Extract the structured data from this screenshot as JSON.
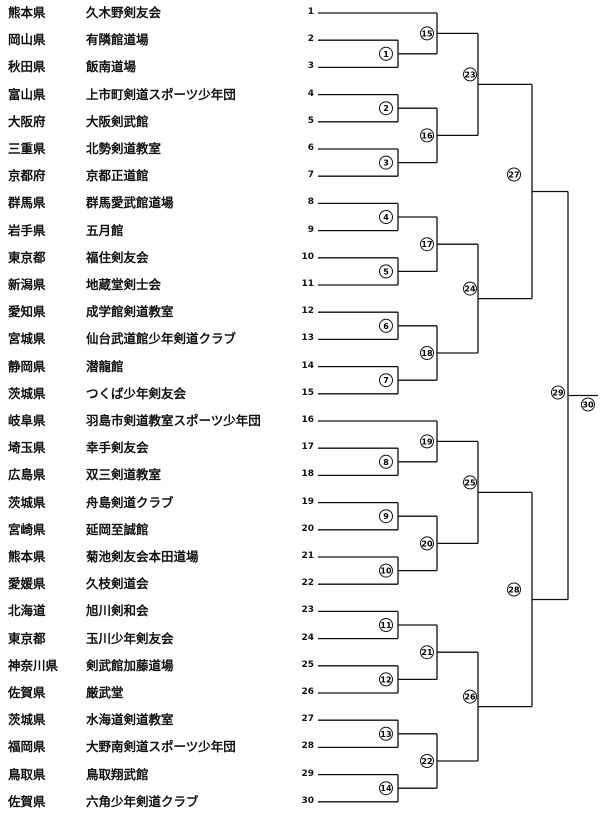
{
  "teams": [
    {
      "seed": "1",
      "pref": "熊本県",
      "club": "久木野剣友会"
    },
    {
      "seed": "2",
      "pref": "岡山県",
      "club": "有隣館道場"
    },
    {
      "seed": "3",
      "pref": "秋田県",
      "club": "飯南道場"
    },
    {
      "seed": "4",
      "pref": "富山県",
      "club": "上市町剣道スポーツ少年団"
    },
    {
      "seed": "5",
      "pref": "大阪府",
      "club": "大阪剣武館"
    },
    {
      "seed": "6",
      "pref": "三重県",
      "club": "北勢剣道教室"
    },
    {
      "seed": "7",
      "pref": "京都府",
      "club": "京都正道館"
    },
    {
      "seed": "8",
      "pref": "群馬県",
      "club": "群馬愛武館道場"
    },
    {
      "seed": "9",
      "pref": "岩手県",
      "club": "五月館"
    },
    {
      "seed": "10",
      "pref": "東京都",
      "club": "福住剣友会"
    },
    {
      "seed": "11",
      "pref": "新潟県",
      "club": "地蔵堂剣士会"
    },
    {
      "seed": "12",
      "pref": "愛知県",
      "club": "成学館剣道教室"
    },
    {
      "seed": "13",
      "pref": "宮城県",
      "club": "仙台武道館少年剣道クラブ"
    },
    {
      "seed": "14",
      "pref": "静岡県",
      "club": "潜龍館"
    },
    {
      "seed": "15",
      "pref": "茨城県",
      "club": "つくば少年剣友会"
    },
    {
      "seed": "16",
      "pref": "岐阜県",
      "club": "羽島市剣道教室スポーツ少年団"
    },
    {
      "seed": "17",
      "pref": "埼玉県",
      "club": "幸手剣友会"
    },
    {
      "seed": "18",
      "pref": "広島県",
      "club": "双三剣道教室"
    },
    {
      "seed": "19",
      "pref": "茨城県",
      "club": "舟島剣道クラブ"
    },
    {
      "seed": "20",
      "pref": "宮崎県",
      "club": "延岡至誠館"
    },
    {
      "seed": "21",
      "pref": "熊本県",
      "club": "菊池剣友会本田道場"
    },
    {
      "seed": "22",
      "pref": "愛媛県",
      "club": "久枝剣道会"
    },
    {
      "seed": "23",
      "pref": "北海道",
      "club": "旭川剣和会"
    },
    {
      "seed": "24",
      "pref": "東京都",
      "club": "玉川少年剣友会"
    },
    {
      "seed": "25",
      "pref": "神奈川県",
      "club": "剣武館加藤道場"
    },
    {
      "seed": "26",
      "pref": "佐賀県",
      "club": "厳武堂"
    },
    {
      "seed": "27",
      "pref": "茨城県",
      "club": "水海道剣道教室"
    },
    {
      "seed": "28",
      "pref": "福岡県",
      "club": "大野南剣道スポーツ少年団"
    },
    {
      "seed": "29",
      "pref": "鳥取県",
      "club": "鳥取翔武館"
    },
    {
      "seed": "30",
      "pref": "佐賀県",
      "club": "六角少年剣道クラブ"
    }
  ],
  "matches": [
    "1",
    "2",
    "3",
    "4",
    "5",
    "6",
    "7",
    "8",
    "9",
    "10",
    "11",
    "12",
    "13",
    "14",
    "15",
    "16",
    "17",
    "18",
    "19",
    "20",
    "21",
    "22",
    "23",
    "24",
    "25",
    "26",
    "27",
    "28",
    "29",
    "30"
  ]
}
